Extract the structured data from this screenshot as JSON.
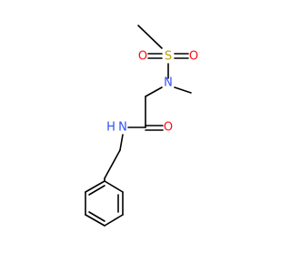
{
  "molecule": {
    "atoms": {
      "sulfur": {
        "label": "S",
        "color": "#b8a200"
      },
      "sulfonyl_oxygen_left": {
        "label": "O",
        "color": "#ff0d0d"
      },
      "sulfonyl_oxygen_right": {
        "label": "O",
        "color": "#ff0d0d"
      },
      "sulfonamide_nitrogen": {
        "label": "N",
        "color": "#3050f8"
      },
      "amide_nitrogen": {
        "label": "N",
        "color": "#3050f8"
      },
      "amide_hydrogen": {
        "label": "H",
        "color": "#3050f8"
      },
      "carbonyl_oxygen": {
        "label": "O",
        "color": "#ff0d0d"
      }
    },
    "bond_color": "#000000"
  }
}
